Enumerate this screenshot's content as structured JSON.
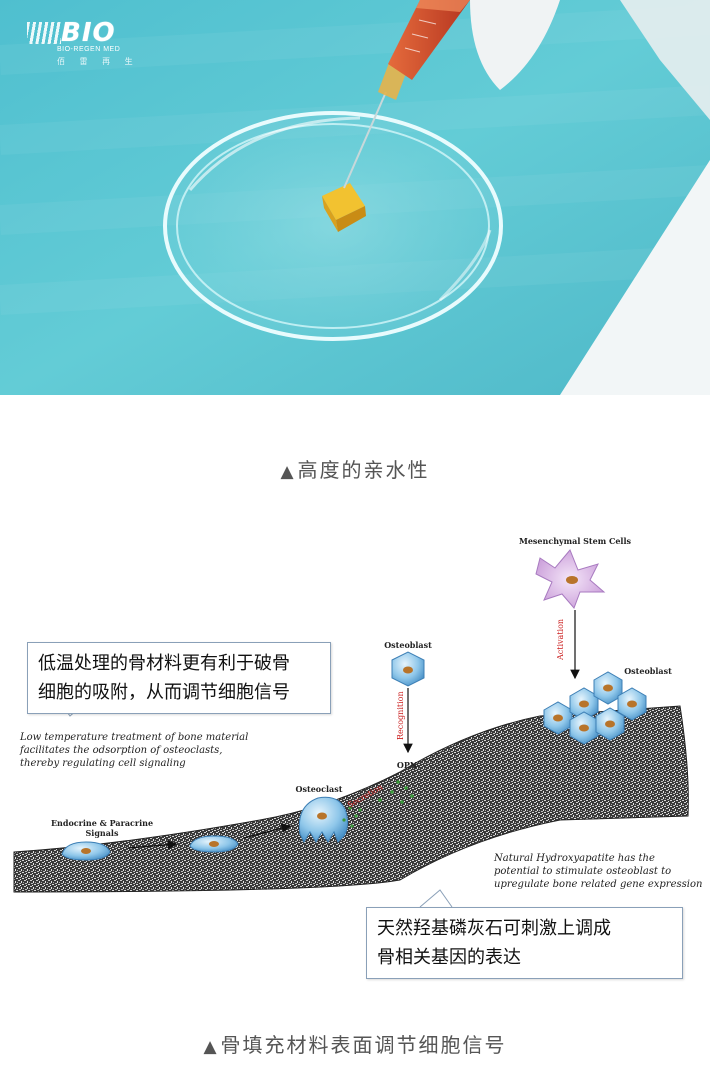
{
  "photo": {
    "logo": {
      "main": "BIO",
      "sub": "BIO-REGEN MED",
      "cn": "佰 雷 再 生"
    },
    "colors": {
      "cloth": "#5cc6d2",
      "gel": "#f2c230",
      "syringe": "#c8442a"
    }
  },
  "captions": {
    "first": "高度的亲水性",
    "second": "骨填充材料表面调节细胞信号",
    "marker": "▲"
  },
  "diagram": {
    "callout_top": {
      "line1": "低温处理的骨材料更有利于破骨",
      "line2": "细胞的吸附，从而调节细胞信号"
    },
    "note_top": {
      "line1": "Low temperature treatment of bone material",
      "line2": "facilitates the odsorption of osteoclasts,",
      "line3": "thereby regulating cell signaling"
    },
    "callout_bottom": {
      "line1": "天然羟基磷灰石可刺激上调成",
      "line2": "骨相关基因的表达"
    },
    "note_bottom": {
      "line1": "Natural Hydroxyapatite has the",
      "line2": "potential to stimulate osteoblast to",
      "line3": "upregulate bone related gene expression"
    },
    "labels": {
      "msc": "Mesenchymal Stem Cells",
      "activation": "Activation",
      "osteoblast_top": "Osteoblast",
      "recognition": "Recognition",
      "opn": "OPN",
      "osteoblast_right": "Osteoblast",
      "osteoclast": "Osteoclast",
      "secretion": "Secretion",
      "signals_line1": "Endocrine & Paracrine",
      "signals_line2": "Signals"
    }
  }
}
